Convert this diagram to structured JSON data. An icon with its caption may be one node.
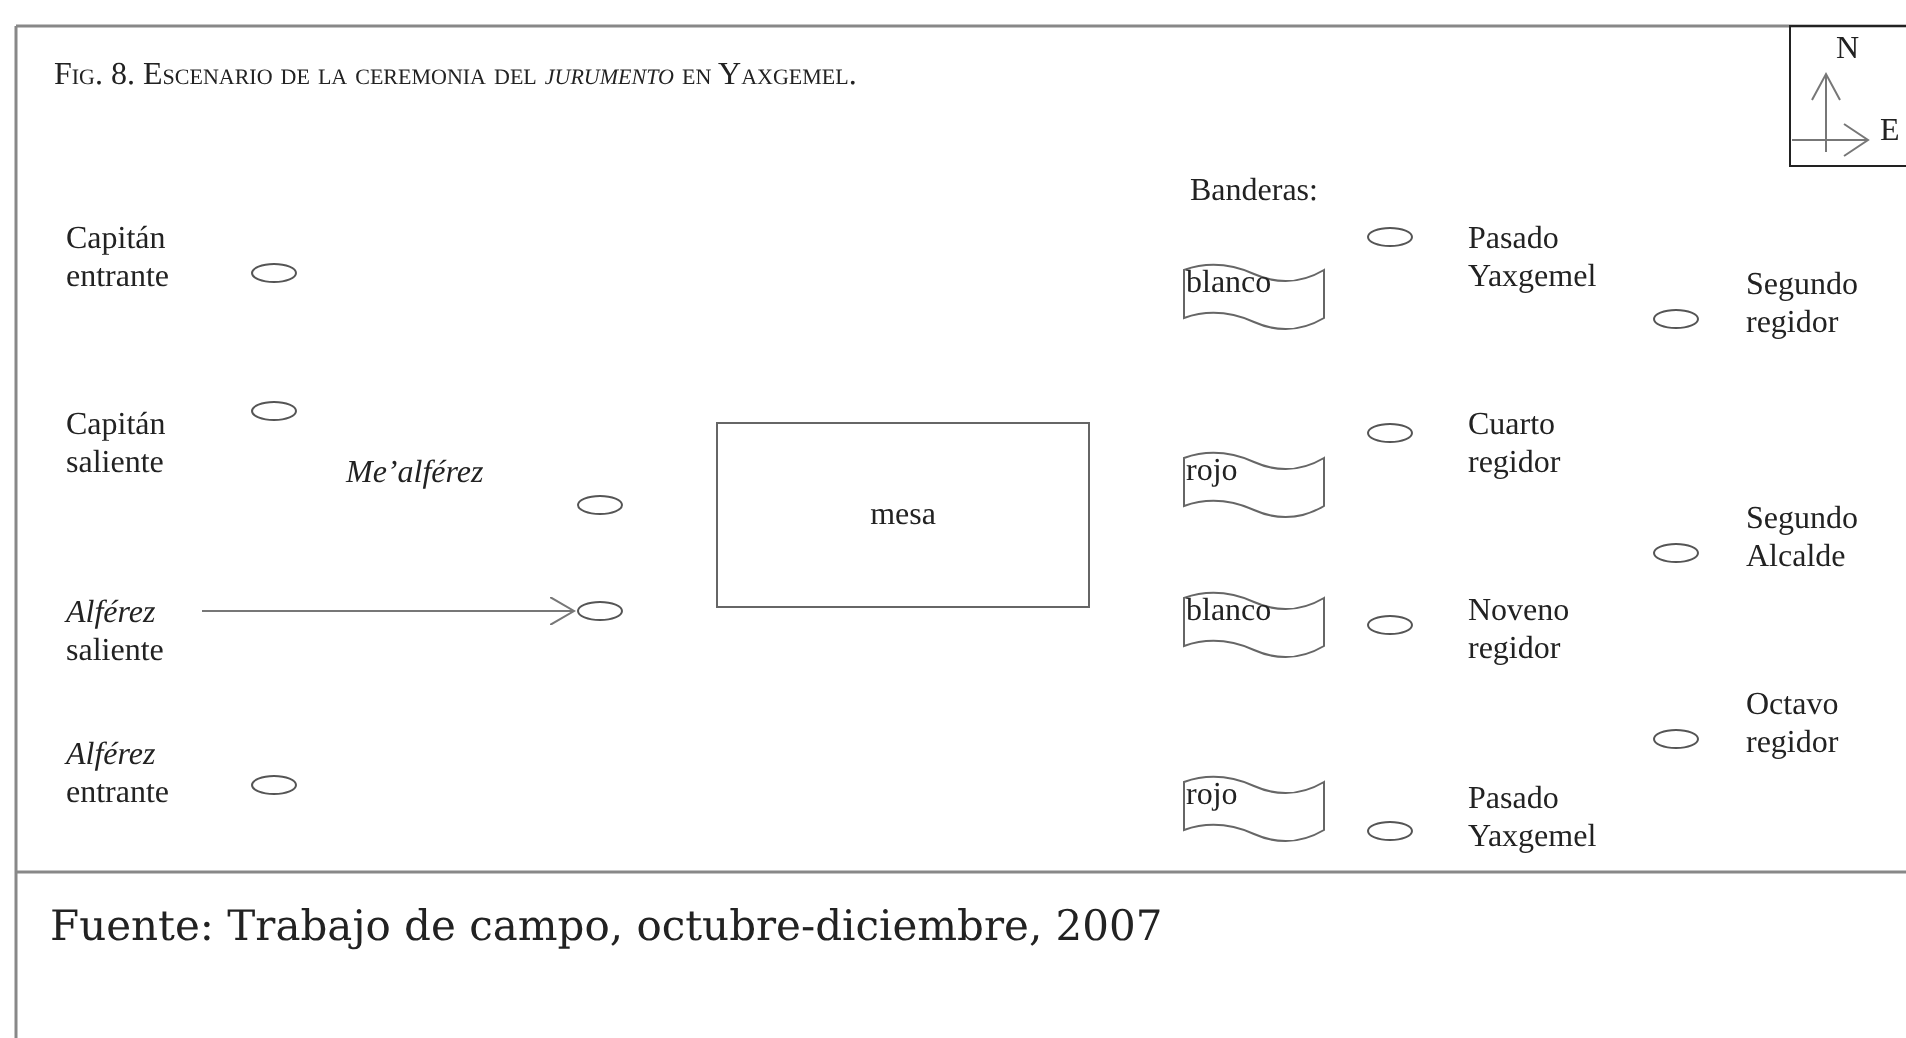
{
  "diagram": {
    "title": "Fig. 8. Escenario de la ceremonia del *jurumento* en Yaxgemel.",
    "caption": "Fuente: Trabajo de campo, octubre-diciembre, 2007",
    "nodes": [
      {
        "text": [],
        "shape": "ellipse",
        "beside": [
          "Capitán entrante"
        ]
      },
      {
        "text": [],
        "shape": "ellipse",
        "beside": [
          "Capitán saliente"
        ]
      },
      {
        "text": [
          "*Alférez* saliente"
        ]
      },
      {
        "text": [],
        "shape": "ellipse",
        "beside": [
          "*Alférez* entrante"
        ]
      },
      {
        "text": [],
        "shape": "ellipse"
      },
      {
        "text": [],
        "shape": "ellipse"
      },
      {
        "text": [
          "mesa"
        ]
      },
      {
        "text": [
          "blanco"
        ]
      },
      {
        "text": [
          "rojo"
        ]
      },
      {
        "text": [
          "blanco"
        ]
      },
      {
        "text": [
          "rojo"
        ]
      },
      {
        "text": [],
        "shape": "ellipse",
        "beside": [
          "Pasado Yaxgemel"
        ]
      },
      {
        "text": [],
        "shape": "ellipse",
        "beside": [
          "Cuarto regidor"
        ]
      },
      {
        "text": [],
        "shape": "ellipse",
        "beside": [
          "Noveno regidor"
        ]
      },
      {
        "text": [],
        "shape": "ellipse",
        "beside": [
          "Pasado Yaxgemel"
        ]
      },
      {
        "text": [],
        "shape": "ellipse",
        "beside": [
          "Segundo regidor"
        ]
      },
      {
        "text": [],
        "shape": "ellipse",
        "beside": [
          "Segundo Alcalde"
        ]
      },
      {
        "text": [],
        "shape": "ellipse",
        "beside": [
          "Octavo regidor"
        ]
      }
    ],
    "edges": [
      {
        "from": 2,
        "to": 5,
        "arrow": "to"
      }
    ],
    "labels": [
      "N",
      "E",
      "Banderas:",
      "Me’alférez"
    ]
  }
}
